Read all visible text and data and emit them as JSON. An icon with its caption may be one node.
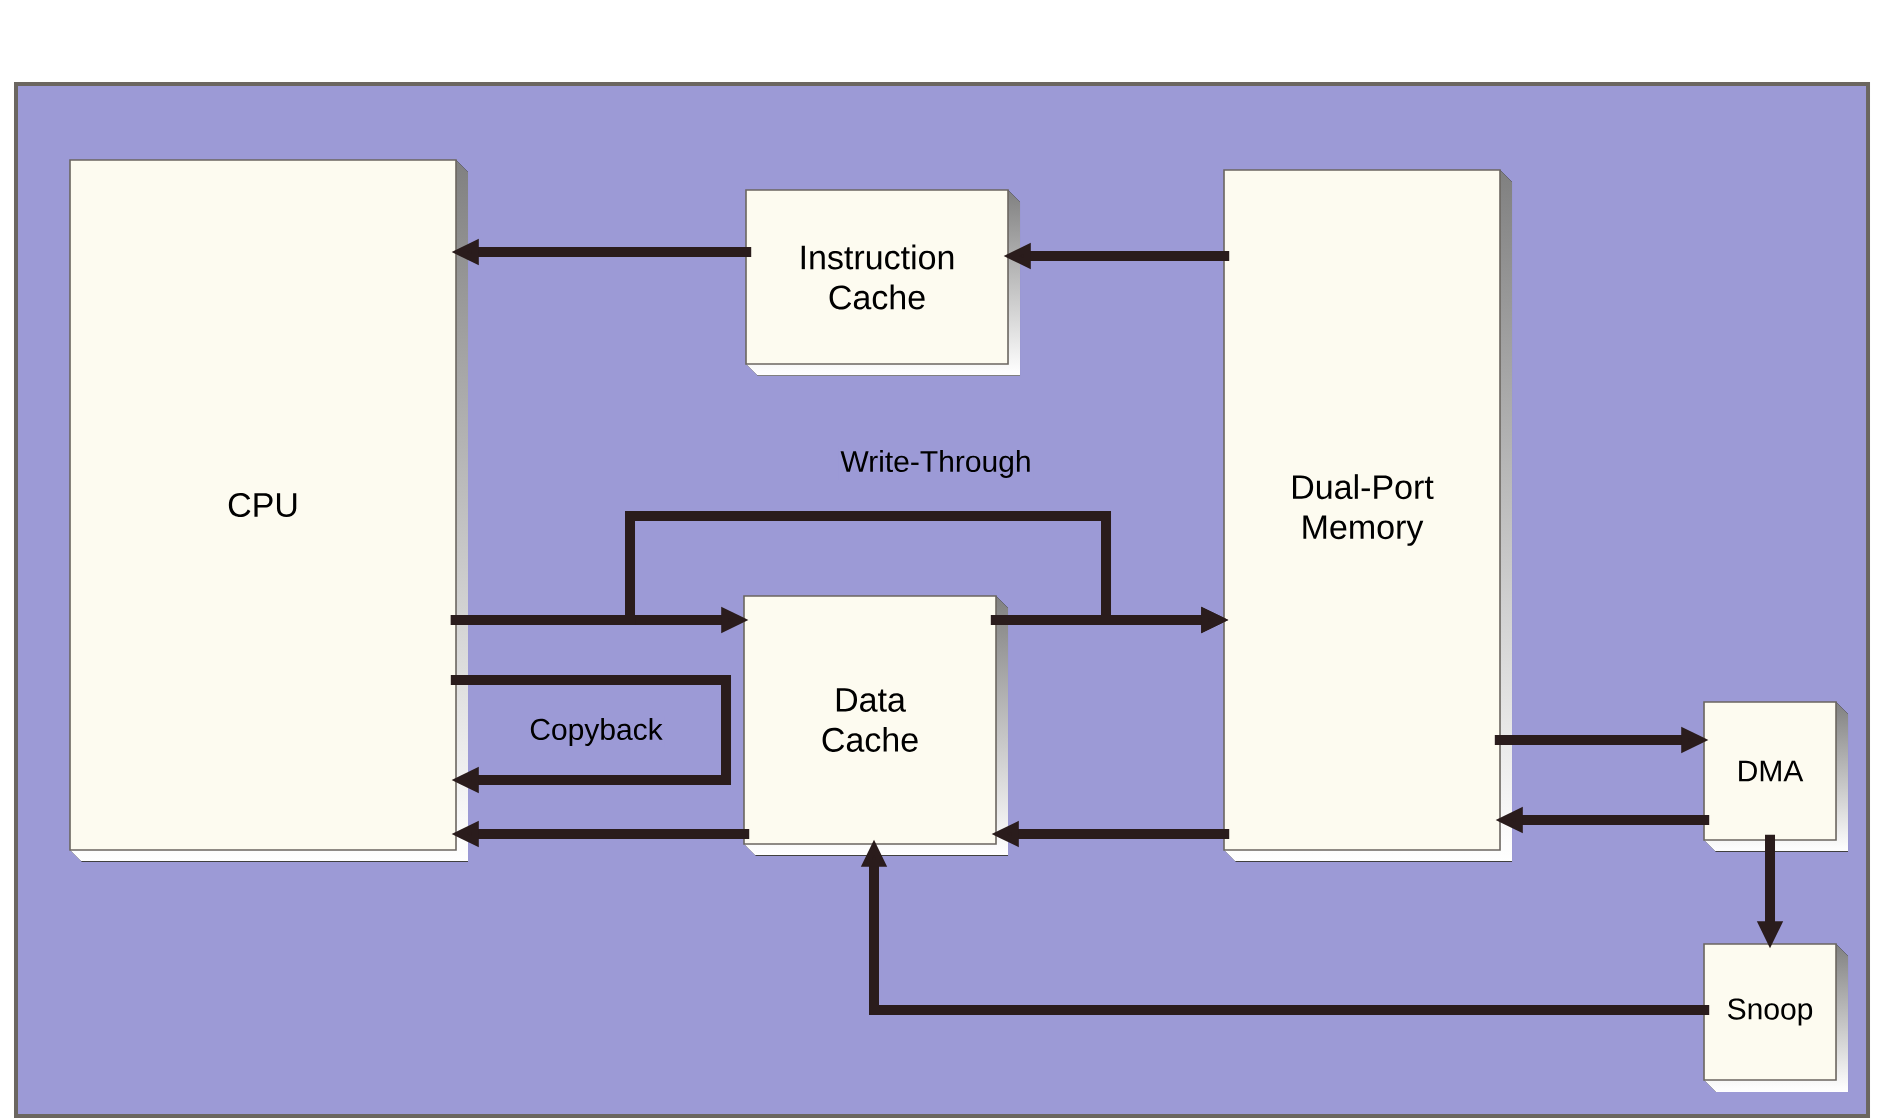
{
  "diagram": {
    "nodes": [
      {
        "text": [
          "CPU"
        ]
      },
      {
        "text": [
          "Instruction Cache"
        ]
      },
      {
        "text": [
          "Dual-Port Memory"
        ]
      },
      {
        "text": [
          "Data Cache"
        ]
      },
      {
        "text": [
          "DMA"
        ]
      },
      {
        "text": [
          "Snoop"
        ]
      }
    ],
    "edges": [
      {
        "from": 2,
        "to": 1,
        "arrow": "to"
      },
      {
        "from": 1,
        "to": 0,
        "arrow": "to"
      },
      {
        "from": 0,
        "to": 3,
        "arrow": "to"
      },
      {
        "from": 0,
        "to": 2,
        "arrow": "to",
        "label": "Write-Through"
      },
      {
        "from": 3,
        "to": 2,
        "arrow": "to"
      },
      {
        "from": 0,
        "to": 0,
        "arrow": "to",
        "label": "Copyback"
      },
      {
        "from": 3,
        "to": 0,
        "arrow": "to"
      },
      {
        "from": 2,
        "to": 3,
        "arrow": "to"
      },
      {
        "from": 2,
        "to": 4,
        "arrow": "to"
      },
      {
        "from": 4,
        "to": 2,
        "arrow": "to"
      },
      {
        "from": 4,
        "to": 5,
        "arrow": "to"
      },
      {
        "from": 5,
        "to": 3,
        "arrow": "to"
      }
    ]
  }
}
